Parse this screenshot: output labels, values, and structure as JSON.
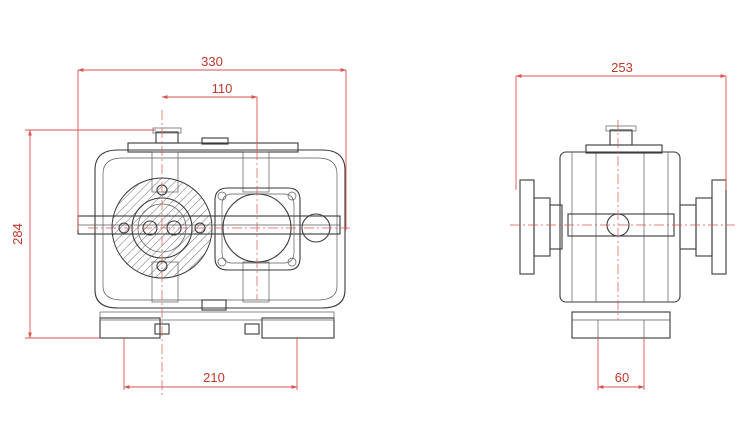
{
  "dimensions": {
    "front_overall_width": "330",
    "front_shaft_spacing": "110",
    "front_overall_height": "284",
    "front_foot_spacing": "210",
    "side_overall_width": "253",
    "side_foot_width": "60"
  },
  "colors": {
    "dimension": "#d9534f",
    "outline": "#3a3a3a",
    "background": "#ffffff"
  }
}
